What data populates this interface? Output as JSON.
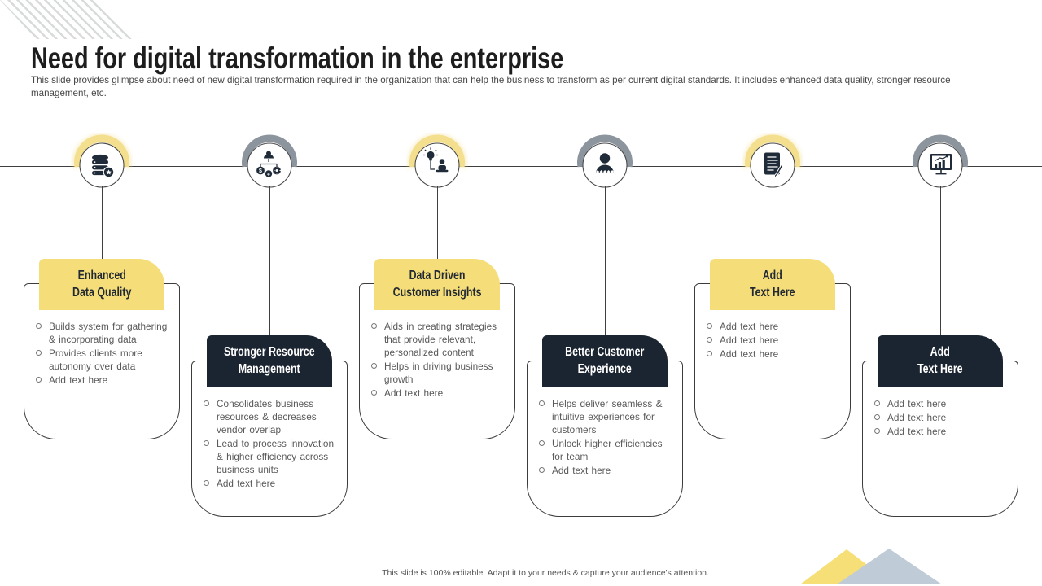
{
  "slide": {
    "title": "Need for digital transformation in the enterprise",
    "subtitle": "This slide provides glimpse about need of new digital transformation required in the organization that can help the business to transform as per current digital standards. It includes enhanced data quality, stronger resource management, etc.",
    "footer": "This slide is 100% editable. Adapt it to your needs & capture your audience's attention."
  },
  "colors": {
    "accent_yellow": "#f5de7a",
    "accent_dark_navy": "#1b2431",
    "arc_gray": "#8c949d",
    "triangle_yellow": "#f6df76",
    "triangle_gray_blue": "#c0cbd8",
    "timeline_line": "#3f3f3f",
    "body_text": "#595959"
  },
  "items": [
    {
      "style": "yellow",
      "icon": "database-gear-icon",
      "line1": "Enhanced",
      "line2": "Data Quality",
      "bullets": [
        "Builds system for gathering & incorporating data",
        "Provides clients more autonomy over data",
        "Add text here"
      ]
    },
    {
      "style": "dark",
      "icon": "resource-allocation-icon",
      "line1": "Stronger Resource",
      "line2": "Management",
      "bullets": [
        "Consolidates business resources & decreases vendor overlap",
        "Lead to process innovation & higher efficiency across business units",
        "Add text here"
      ]
    },
    {
      "style": "yellow",
      "icon": "insight-bulb-icon",
      "line1": "Data Driven",
      "line2": "Customer Insights",
      "bullets": [
        "Aids in creating strategies that provide relevant, personalized content",
        "Helps in driving business growth",
        "Add text here"
      ]
    },
    {
      "style": "dark",
      "icon": "customer-rating-icon",
      "line1": "Better Customer",
      "line2": "Experience",
      "bullets": [
        "Helps deliver seamless & intuitive experiences for customers",
        "Unlock higher efficiencies for team",
        "Add text here"
      ]
    },
    {
      "style": "yellow",
      "icon": "document-pen-icon",
      "line1": "Add",
      "line2": "Text Here",
      "bullets": [
        "Add text here",
        "Add text here",
        "Add text here"
      ]
    },
    {
      "style": "dark",
      "icon": "monitor-chart-icon",
      "line1": "Add",
      "line2": "Text Here",
      "bullets": [
        "Add text here",
        "Add text here",
        "Add text here"
      ]
    }
  ]
}
